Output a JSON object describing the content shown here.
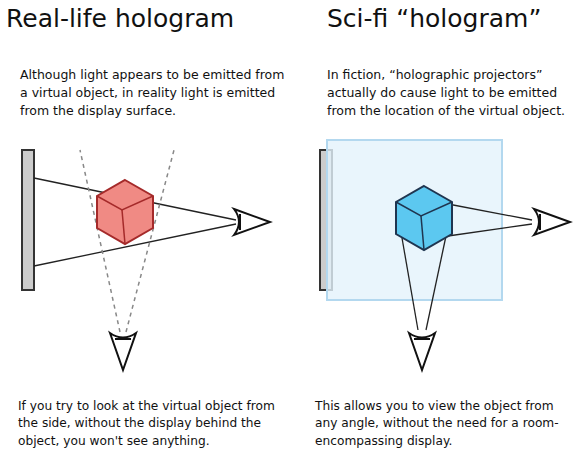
{
  "diagram": {
    "labels": [
      "Real-life hologram",
      "Although light appears to be emitted from a virtual object, in reality light is emitted from the display surface.",
      "If you try to look at the virtual object from the side, without the display behind the object, you won't see anything.",
      "Sci-fi “hologram”",
      "In fiction, “holographic projectors” actually do cause light to be emitted from the location of the virtual object.",
      "This allows you to view the object from any angle, without the need for a room-encompassing display."
    ]
  }
}
